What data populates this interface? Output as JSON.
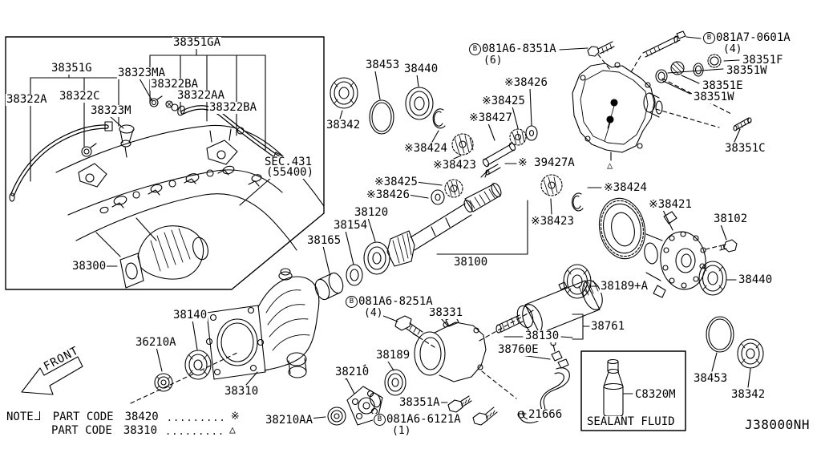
{
  "d": {
    "diagram_id": "J38000NH",
    "sec_line1": "SEC.431",
    "sec_line2": "(55400)",
    "front": "FRONT",
    "triangle": "△",
    "labels": [
      {
        "t": "38351GA"
      },
      {
        "t": "38351G"
      },
      {
        "t": "38323MA"
      },
      {
        "t": "38322BA"
      },
      {
        "t": "38322AA"
      },
      {
        "t": "38322BA"
      },
      {
        "t": "38322A"
      },
      {
        "t": "38322C"
      },
      {
        "t": "38323M"
      },
      {
        "t": "38453"
      },
      {
        "t": "38440"
      },
      {
        "t": "38342"
      },
      {
        "t": "※38426"
      },
      {
        "t": "※38425"
      },
      {
        "t": "※38427"
      },
      {
        "t": "※38424"
      },
      {
        "t": "※38423"
      },
      {
        "t": "※ 39427A"
      },
      {
        "t": "38351F"
      },
      {
        "t": "38351W"
      },
      {
        "t": "38351E"
      },
      {
        "t": "38351W"
      },
      {
        "t": "38351C"
      },
      {
        "t": "※38425"
      },
      {
        "t": "※38426"
      },
      {
        "t": "38120"
      },
      {
        "t": "38154"
      },
      {
        "t": "38165"
      },
      {
        "t": "38100"
      },
      {
        "t": "※38424"
      },
      {
        "t": "※38423"
      },
      {
        "t": "※38421"
      },
      {
        "t": "38102"
      },
      {
        "t": "38440"
      },
      {
        "t": "38189+A"
      },
      {
        "t": "38300"
      },
      {
        "t": "38140"
      },
      {
        "t": "36210A"
      },
      {
        "t": "38310"
      },
      {
        "t": "38210"
      },
      {
        "t": "38210AA"
      },
      {
        "t": "38189"
      },
      {
        "t": "38331"
      },
      {
        "t": "38351A"
      },
      {
        "t": "21666"
      },
      {
        "t": "38130"
      },
      {
        "t": "38760E"
      },
      {
        "t": "38761"
      },
      {
        "t": "38453"
      },
      {
        "t": "38342"
      }
    ],
    "bolts": [
      {
        "b": "B",
        "t": "081A6-8351A",
        "q": "(6)"
      },
      {
        "b": "B",
        "t": "081A7-0601A",
        "q": "(4)"
      },
      {
        "b": "B",
        "t": "081A6-8251A",
        "q": "(4)"
      },
      {
        "b": "B",
        "t": "081A6-6121A",
        "q": "(1)"
      }
    ],
    "sealant": {
      "part": "C8320M",
      "caption": "SEALANT FLUID"
    },
    "note": {
      "heading": "NOTE",
      "rows": [
        {
          "label": "PART CODE",
          "code": "38420",
          "dots": ".........",
          "mark": "※"
        },
        {
          "label": "PART CODE",
          "code": "38310",
          "dots": ".........",
          "mark": "△"
        }
      ]
    }
  }
}
